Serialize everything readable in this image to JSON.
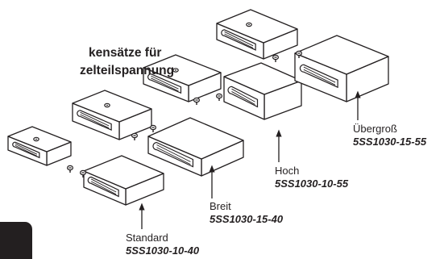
{
  "title": {
    "line1": "kensätze für",
    "line2": "zelteilspannung"
  },
  "variants": [
    {
      "name": "Standard",
      "part_number": "5SS1030-10-40"
    },
    {
      "name": "Breit",
      "part_number": "5SS1030-15-40"
    },
    {
      "name": "Hoch",
      "part_number": "5SS1030-10-55"
    },
    {
      "name": "Übergroß",
      "part_number": "5SS1030-15-55"
    }
  ],
  "colors": {
    "line": "#231f20",
    "face": "#ffffff",
    "tab": "#231f20"
  }
}
